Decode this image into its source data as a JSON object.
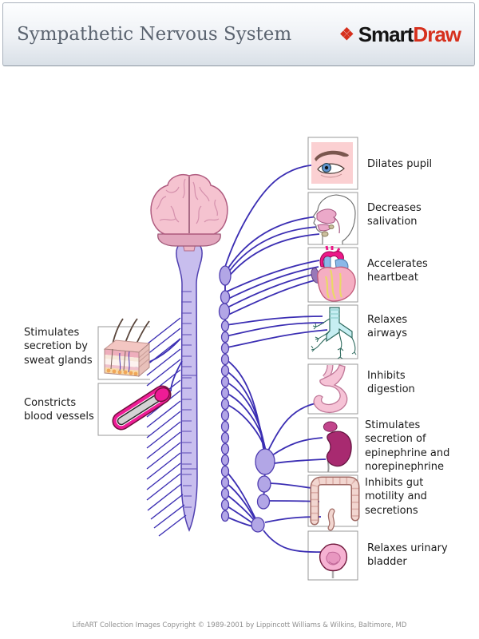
{
  "header": {
    "title": "Sympathetic Nervous System",
    "logo": {
      "icon": "diamonds-icon",
      "icon_glyph": "❖",
      "smart": "Smart",
      "draw": "Draw"
    }
  },
  "diagram": {
    "central_structures": [
      "brain",
      "spinal cord",
      "sympathetic ganglion chain",
      "prevertebral ganglia"
    ],
    "left_effects": [
      {
        "organ": "sweat-glands",
        "label": "Stimulates secretion by sweat glands"
      },
      {
        "organ": "blood-vessel",
        "label": "Constricts blood vessels"
      }
    ],
    "right_effects": [
      {
        "organ": "eye",
        "label": "Dilates pupil"
      },
      {
        "organ": "salivary-glands",
        "label": "Decreases salivation"
      },
      {
        "organ": "heart",
        "label": "Accelerates heartbeat"
      },
      {
        "organ": "bronchi",
        "label": "Relaxes airways"
      },
      {
        "organ": "stomach",
        "label": "Inhibits digestion"
      },
      {
        "organ": "adrenal-gland-kidney",
        "label": "Stimulates secretion of epinephrine and norepinephrine"
      },
      {
        "organ": "intestines",
        "label": "Inhibits gut motility and secretions"
      },
      {
        "organ": "urinary-bladder",
        "label": "Relaxes urinary bladder"
      }
    ]
  },
  "footer": {
    "copyright": "LifeART Collection Images Copyright © 1989-2001 by Lippincott Williams & Wilkins, Baltimore, MD"
  },
  "colors": {
    "nerve": "#3b2eb3",
    "spinal_cord": "#c8beee",
    "ganglion": "#b2a6e6",
    "header_title": "#5b6470",
    "logo_red": "#d6301d",
    "box_border": "#999999"
  }
}
